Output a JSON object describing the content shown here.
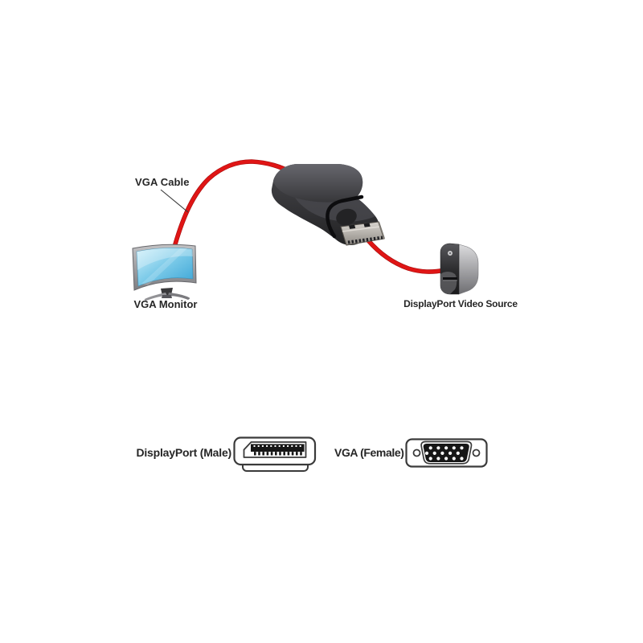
{
  "page": {
    "background": "#ffffff",
    "description": "DisplayPort-to-VGA adapter connection diagram"
  },
  "colors": {
    "cable_red": "#e01515",
    "outline_dark": "#3a3a3a",
    "label_text": "#262626",
    "monitor_screen_blue": "#45b0dc",
    "adapter_body_gray": "#3b3b3d"
  },
  "diagram": {
    "vga_cable_label": "VGA Cable",
    "vga_monitor_label": "VGA Monitor",
    "dp_video_source_label": "DisplayPort Video Source"
  },
  "legend": {
    "displayport_male_label": "DisplayPort (Male)",
    "vga_female_label": "VGA (Female)"
  },
  "icons": {
    "vga-monitor-icon": "widescreen monitor with blue screen",
    "dp-vga-adapter-icon": "black DisplayPort to VGA adapter",
    "video-source-tower-icon": "desktop tower computer",
    "displayport-connector-icon": "DisplayPort male connector outline",
    "vga-connector-icon": "VGA female DE-15 connector outline",
    "vga-cable-icon": "red curved cable",
    "leader-line-icon": "thin pointer line"
  }
}
